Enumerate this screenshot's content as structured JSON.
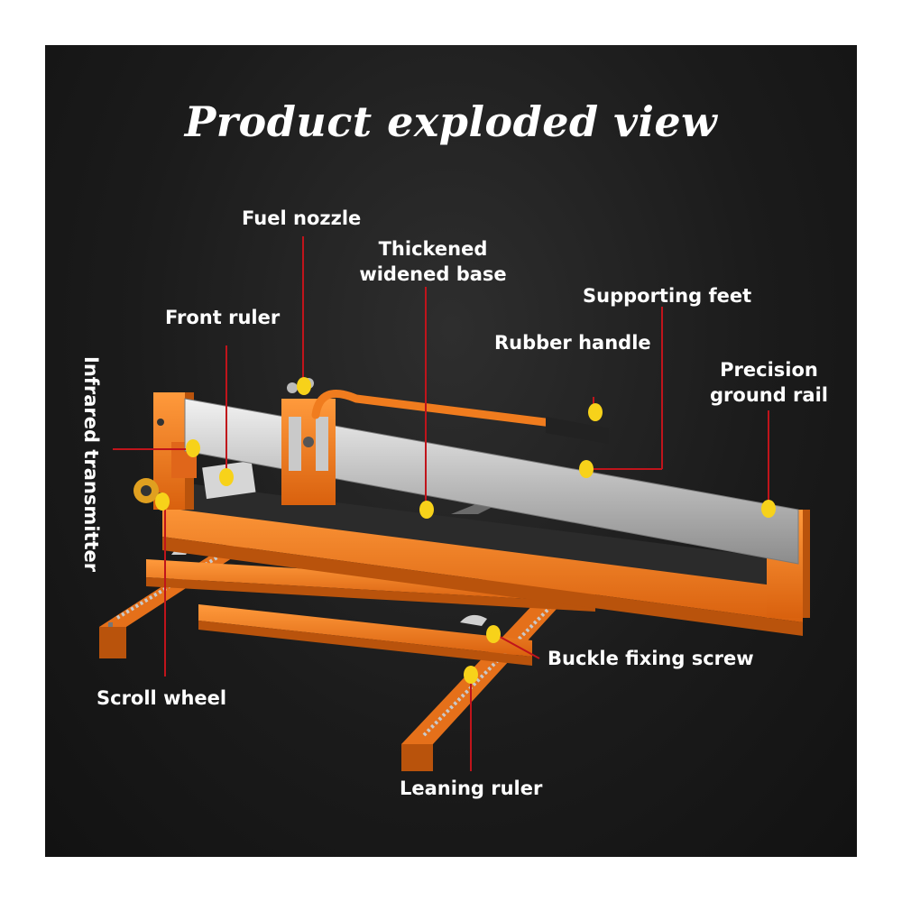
{
  "title": "Product exploded view",
  "labels": {
    "fuel_nozzle": "Fuel nozzle",
    "thickened_base_line1": "Thickened",
    "thickened_base_line2": "widened base",
    "supporting_feet": "Supporting feet",
    "front_ruler": "Front ruler",
    "rubber_handle": "Rubber handle",
    "precision_rail_line1": "Precision",
    "precision_rail_line2": "ground rail",
    "infrared_transmitter": "Infrared transmitter",
    "buckle_fixing_screw": "Buckle fixing screw",
    "scroll_wheel": "Scroll wheel",
    "leaning_ruler": "Leaning ruler"
  },
  "colors": {
    "background": "#1b1b1b",
    "body_orange": "#f07c1e",
    "rail_silver": "#c9c9c9",
    "leader_red": "#c0141b",
    "marker_yellow": "#f7d21a",
    "text": "#ffffff"
  }
}
